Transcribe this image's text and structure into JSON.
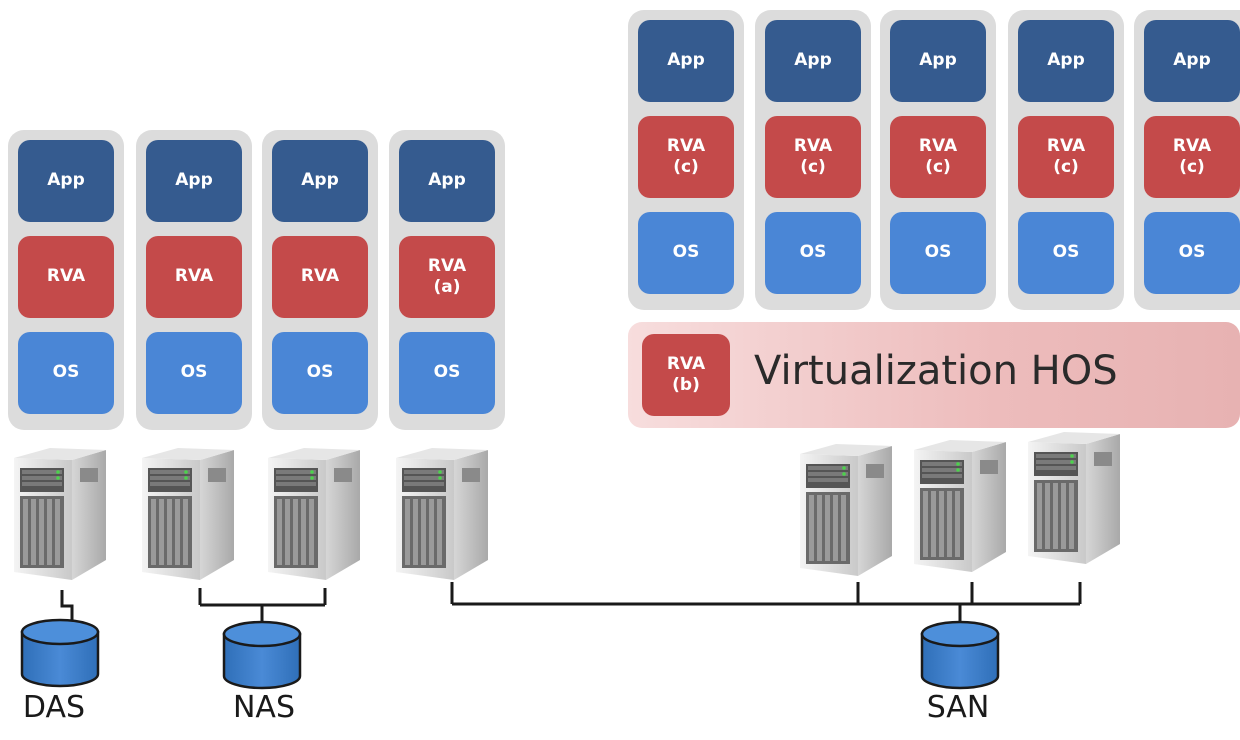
{
  "stack_labels": {
    "app": "App",
    "rva": "RVA",
    "rva_a": "RVA\n(a)",
    "rva_c": "RVA\n(c)",
    "os": "OS"
  },
  "hypervisor": {
    "rva_label": "RVA\n(b)",
    "title": "Virtualization HOS"
  },
  "storage": {
    "das": "DAS",
    "nas": "NAS",
    "san": "SAN"
  },
  "colors": {
    "app": "#355b8f",
    "rva": "#c44a4a",
    "os": "#4a86d6",
    "frame": "#dcdcdc",
    "storage": "#3a7ec8"
  },
  "icons": [
    "server-tower-icon",
    "database-cylinder-icon"
  ]
}
